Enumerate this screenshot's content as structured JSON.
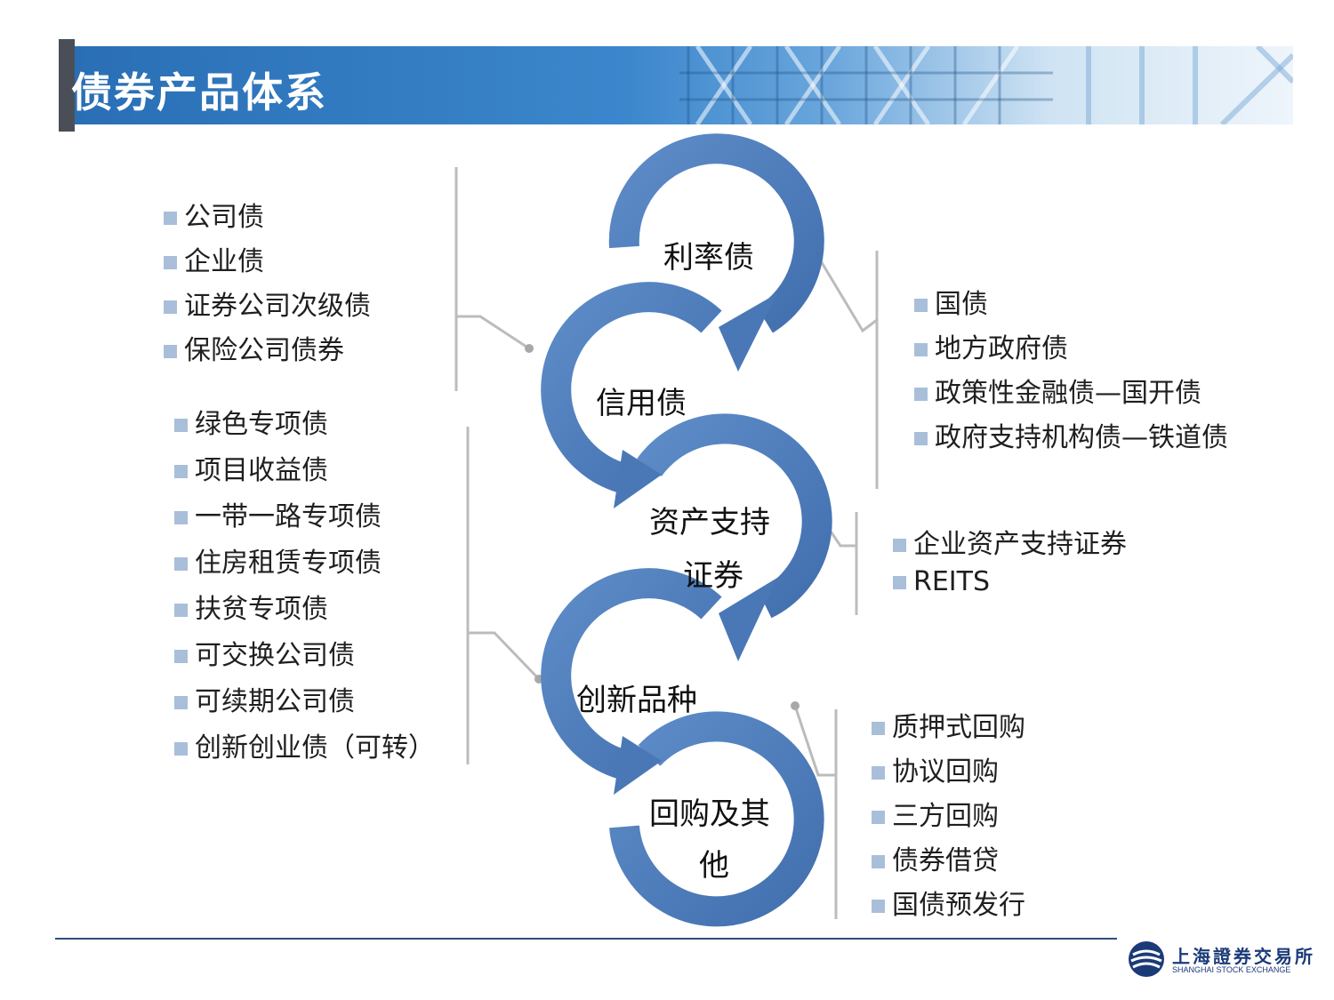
{
  "title": "债券产品体系",
  "stages": [
    {
      "label": "利率债"
    },
    {
      "label": "信用债"
    },
    {
      "label_line1": "资产支持",
      "label_line2": "证券"
    },
    {
      "label": "创新品种"
    },
    {
      "label_line1": "回购及其",
      "label_line2": "他"
    }
  ],
  "lists": {
    "credit": [
      "公司债",
      "企业债",
      "证券公司次级债",
      "保险公司债券"
    ],
    "innovation": [
      "绿色专项债",
      "项目收益债",
      "一带一路专项债",
      "住房租赁专项债",
      "扶贫专项债",
      "可交换公司债",
      "可续期公司债",
      "创新创业债（可转）"
    ],
    "rates": [
      "国债",
      "地方政府债",
      "政策性金融债—国开债",
      "政府支持机构债—铁道债"
    ],
    "abs": [
      "企业资产支持证券",
      "REITS"
    ],
    "repo": [
      "质押式回购",
      "协议回购",
      "三方回购",
      "债券借贷",
      "国债预发行"
    ]
  },
  "logo": {
    "name_cn": "上海證券交易所",
    "name_en": "SHANGHAI STOCK EXCHANGE"
  },
  "colors": {
    "ring": "#4f7fbd",
    "ring_edge": "#3d6aa6",
    "bullet": "#a9bfd9",
    "connector": "#b9b9b9"
  }
}
